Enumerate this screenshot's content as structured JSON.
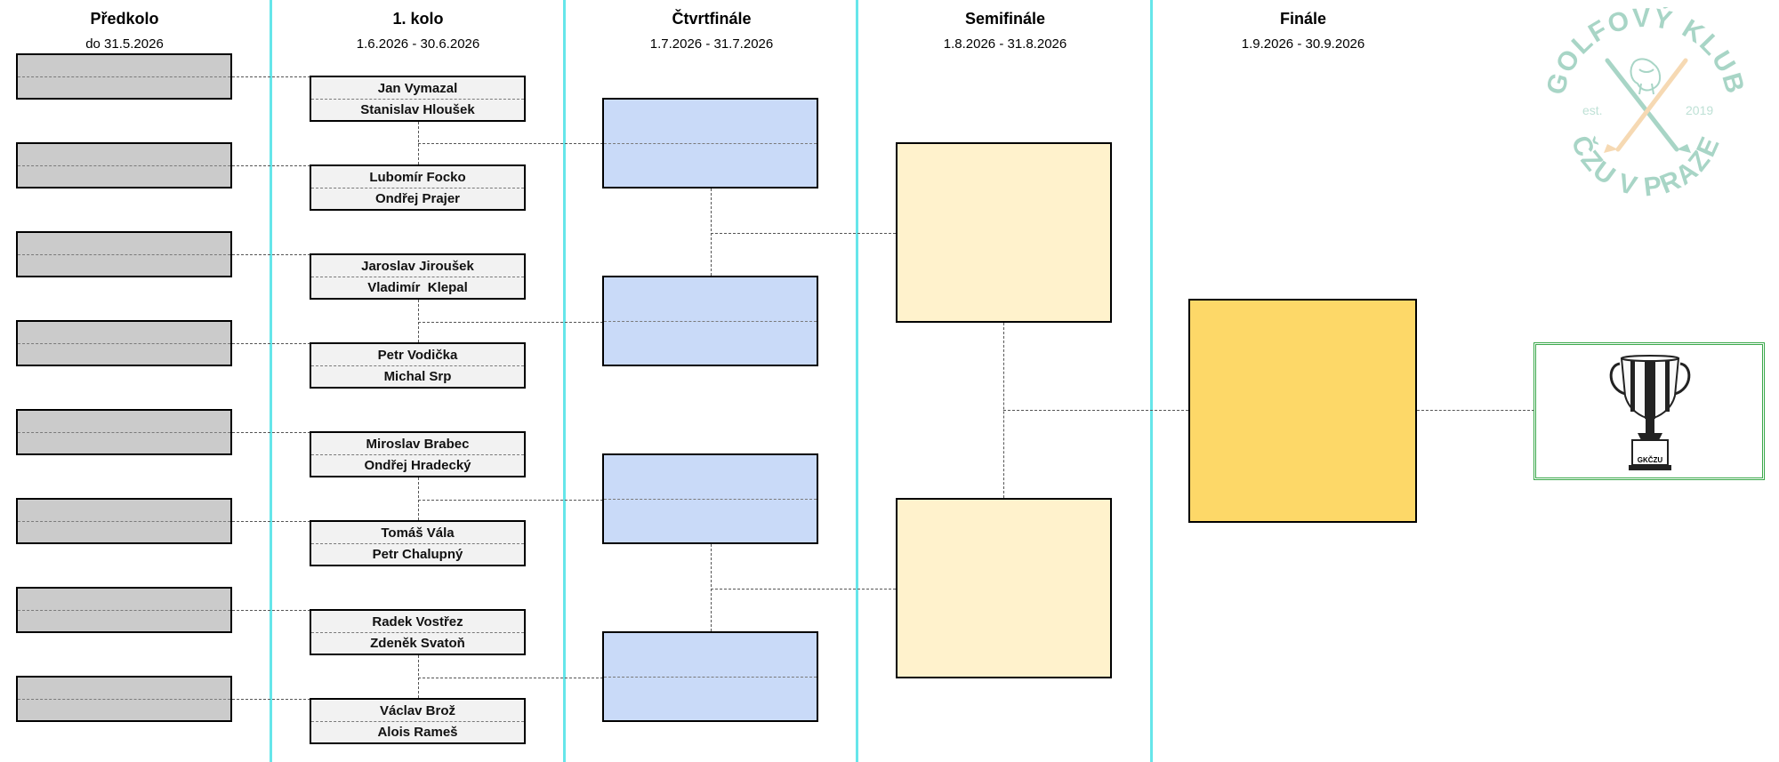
{
  "rounds": [
    {
      "title": "Předkolo",
      "date": "do 31.5.2026"
    },
    {
      "title": "1. kolo",
      "date": "1.6.2026 - 30.6.2026"
    },
    {
      "title": "Čtvrtfinále",
      "date": "1.7.2026 - 31.7.2026"
    },
    {
      "title": "Semifinále",
      "date": "1.8.2026 - 31.8.2026"
    },
    {
      "title": "Finále",
      "date": "1.9.2026 - 30.9.2026"
    }
  ],
  "first_round": [
    {
      "p1": "Jan Vymazal",
      "p2": "Stanislav Hloušek"
    },
    {
      "p1": "Lubomír Focko",
      "p2": "Ondřej Prajer"
    },
    {
      "p1": "Jaroslav Jiroušek",
      "p2": "Vladimír  Klepal"
    },
    {
      "p1": "Petr Vodička",
      "p2": "Michal Srp"
    },
    {
      "p1": "Miroslav Brabec",
      "p2": "Ondřej Hradecký"
    },
    {
      "p1": "Tomáš Vála",
      "p2": "Petr Chalupný"
    },
    {
      "p1": "Radek Vostřez",
      "p2": "Zdeněk Svatoň"
    },
    {
      "p1": "Václav Brož",
      "p2": "Alois Rameš"
    }
  ],
  "logo": {
    "top_text": "GOLFOVÝ KLUB",
    "bottom_text": "ČZU V PRAZE",
    "est_label": "est.",
    "year": "2019",
    "color": "#a8d5c6"
  },
  "trophy": {
    "icon": "trophy-icon",
    "engraving": "GKČZU"
  },
  "colors": {
    "column_divider": "#66e6ea",
    "prelim_fill": "#cbcbcb",
    "first_round_fill": "#f2f2f2",
    "quarterfinal_fill": "#c9daf8",
    "semifinal_fill": "#fff2cc",
    "final_fill": "#fdd868",
    "trophy_border": "#3aa84a"
  }
}
